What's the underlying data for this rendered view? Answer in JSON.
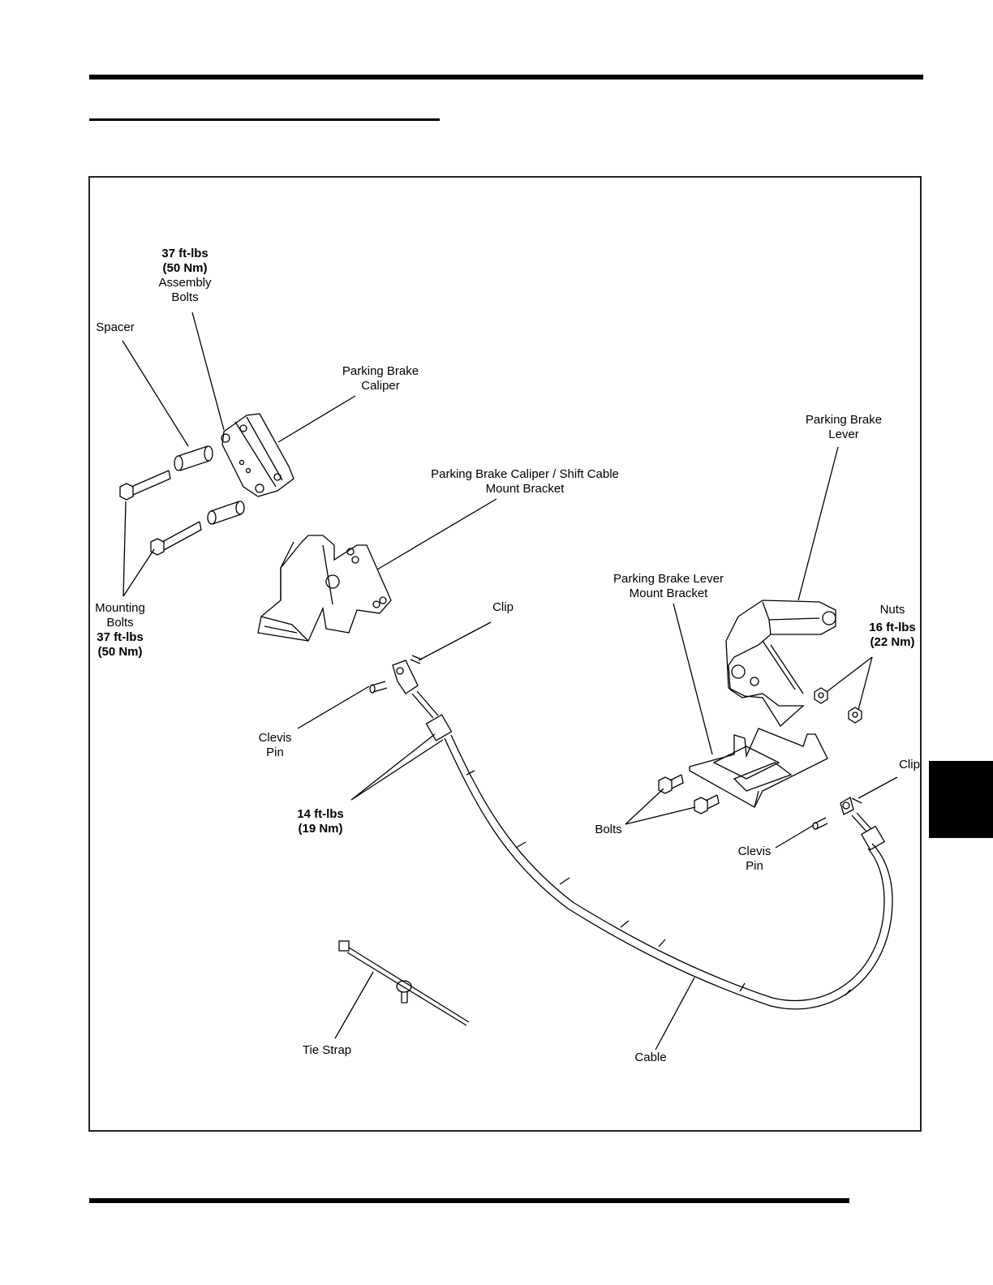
{
  "figure": {
    "labels": {
      "assembly_bolts": {
        "torque": [
          "37 ft-lbs",
          "(50 Nm)"
        ],
        "name": [
          "Assembly",
          "Bolts"
        ]
      },
      "spacer": {
        "name": [
          "Spacer"
        ]
      },
      "caliper": {
        "name": [
          "Parking Brake",
          "Caliper"
        ]
      },
      "lever": {
        "name": [
          "Parking Brake",
          "Lever"
        ]
      },
      "mount_bracket": {
        "name": [
          "Parking Brake Caliper / Shift Cable",
          "Mount Bracket"
        ]
      },
      "mounting_bolts": {
        "name": [
          "Mounting",
          "Bolts"
        ],
        "torque": [
          "37 ft-lbs",
          "(50 Nm)"
        ]
      },
      "clip_left": {
        "name": [
          "Clip"
        ]
      },
      "lever_mount_bracket": {
        "name": [
          "Parking Brake Lever",
          "Mount Bracket"
        ]
      },
      "nuts": {
        "name": [
          "Nuts"
        ],
        "torque": [
          "16 ft-lbs",
          "(22 Nm)"
        ]
      },
      "clevis_pin_left": {
        "name": [
          "Clevis",
          "Pin"
        ]
      },
      "clip_right": {
        "name": [
          "Clip"
        ]
      },
      "cable_torque": {
        "torque": [
          "14 ft-lbs",
          "(19 Nm)"
        ]
      },
      "bolts": {
        "name": [
          "Bolts"
        ]
      },
      "clevis_pin_right": {
        "name": [
          "Clevis",
          "Pin"
        ]
      },
      "tie_strap": {
        "name": [
          "Tie Strap"
        ]
      },
      "cable": {
        "name": [
          "Cable"
        ]
      }
    }
  }
}
